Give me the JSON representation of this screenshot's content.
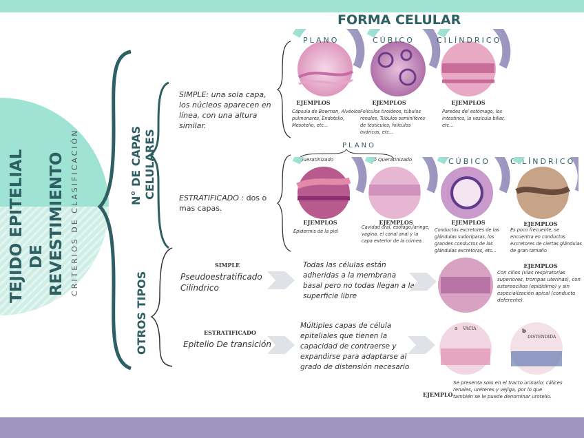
{
  "title": [
    "TEJIDO EPITELIAL",
    "DE",
    "REVESTIMIENTO"
  ],
  "criteria": "CRITERIOS DE CLASIFICACIÓN",
  "sections": {
    "capas": [
      "N° DE CAPAS",
      "CELULARES"
    ],
    "otros": "OTROS TIPOS"
  },
  "forma_celular": "FORMA CELULAR",
  "headers": {
    "plano": "PLANO",
    "cubico": "CÚBICO",
    "cilindrico": "CILÍNDRICO",
    "plano2": "PLANO",
    "cubico2": "CÚBICO",
    "cilindrico2": "CILÍNDRICO",
    "queratinizado": "Queratinizado",
    "no_queratinizado": "NO Queratinizado"
  },
  "simple": {
    "label": "SIMPLE:",
    "text": "una sola capa, los núcleos aparecen en línea, con una altura similar.",
    "examples": {
      "plano": "Cápsula de Bowman, Alvéolos pulmonares, Endotelio, Mesotelio, etc...",
      "cubico": "Folículos tiroideos, túbulos renales, Túbulos seminíferos de testículos, folículos ováricos, etc...",
      "cilindrico": "Paredes del estómago, los intestinos, la vesícula biliar, etc..."
    }
  },
  "estratificado": {
    "label": "ESTRATIFICADO :",
    "text": "dos o mas capas.",
    "examples": {
      "queratinizado": "Epidermis de la piel",
      "no_queratinizado": "Cavidad oral, esófago,laringe, vagina, el canal anal y la capa exterior de la córnea..",
      "cubico": "Conductos excretores de las glándulas sudoríparas, los grandes conductos de las glándulas excretoras, etc...",
      "cilindrico": "Es poco frecuente, se encuentra en conductos excretores de ciertas glándulas de gran tamaño"
    }
  },
  "ejemplos_label": "EJEMPLOS",
  "ejemplo_label": "EJEMPLO",
  "otros": {
    "pseudo": {
      "kind": "SIMPLE",
      "name": "Pseudoestratificado Cilíndrico",
      "desc": "Todas las células están adheridas a la membrana basal pero no todas llegan a la superficie libre",
      "example": "Con cilios (vías respiratorias superiores, trompas uterinas), con estereocilios (epidídimo) y sin especialización apical (conducto deferente)."
    },
    "transicion": {
      "kind": "ESTRATIFICADO",
      "name": "Epitelio De transición",
      "desc": "Múltiples capas de célula epiteliales que tienen la capacidad de contraerse y expandirse para adaptarse al grado de distensión necesario",
      "label_a": "a",
      "label_vacia": "VACIA",
      "label_b": "b",
      "label_dist": "DISTENDIDA",
      "example": "Se presenta solo en el tracto urinario; cálices renales, uréteres y vejiga, por lo que también se le puede denominar urotelio."
    }
  },
  "colors": {
    "teal": "#9fe3d4",
    "dark": "#2e5f63",
    "purple": "#9d94c0"
  }
}
